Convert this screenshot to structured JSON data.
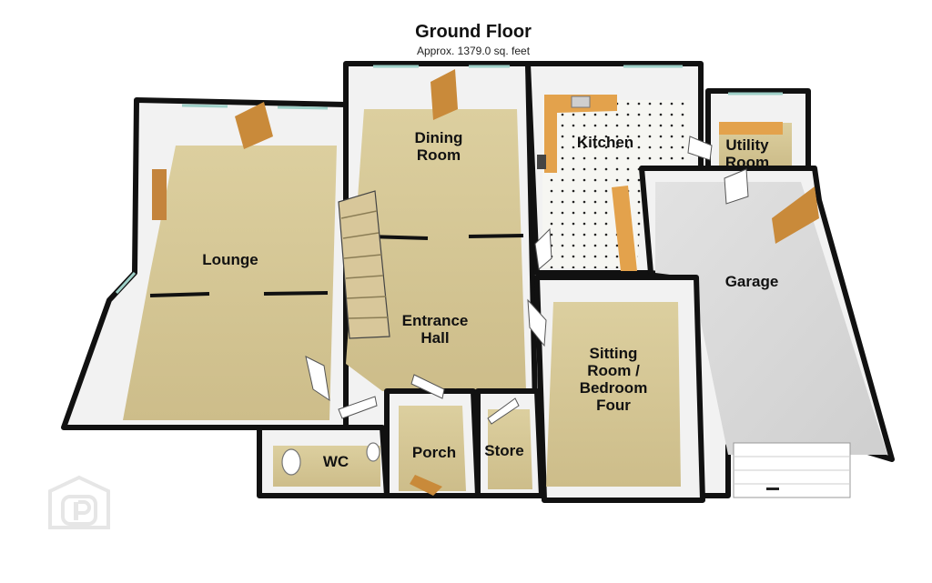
{
  "header": {
    "title": "Ground Floor",
    "subtitle": "Approx. 1379.0 sq. feet"
  },
  "rooms": {
    "lounge": [
      "Lounge"
    ],
    "dining": [
      "Dining",
      "Room"
    ],
    "kitchen": [
      "Kitchen"
    ],
    "utility": [
      "Utility",
      "Room"
    ],
    "garage": [
      "Garage"
    ],
    "entrance": [
      "Entrance",
      "Hall"
    ],
    "sitting": [
      "Sitting",
      "Room /",
      "Bedroom",
      "Four"
    ],
    "wc": [
      "WC"
    ],
    "porch": [
      "Porch"
    ],
    "store": [
      "Store"
    ]
  },
  "colors": {
    "floor": "#d6c79c",
    "floor_dark": "#c9b985",
    "wall_top": "#111111",
    "wall_face": "#f2f2f2",
    "kitchen_floor": "#f4f4f0",
    "garage_floor": "#d9d9d9",
    "door": "#c98a3a",
    "worktop": "#e3a24c"
  },
  "watermark": "logo-icon"
}
